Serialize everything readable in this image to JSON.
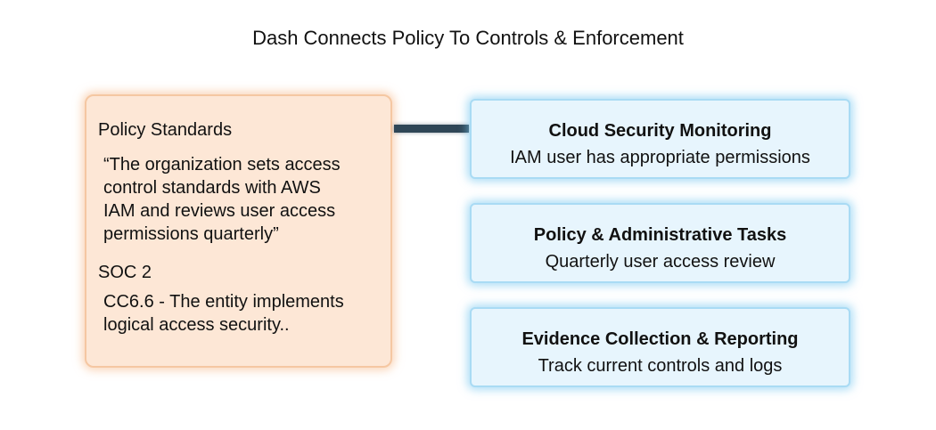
{
  "title": "Dash Connects Policy To Controls & Enforcement",
  "policy": {
    "heading": "Policy Standards",
    "quote_lines": [
      "“The organization sets access",
      "control standards with AWS",
      "IAM and reviews user access",
      "permissions quarterly”"
    ],
    "framework": "SOC 2",
    "criteria_lines": [
      "CC6.6 - The entity implements",
      "logical access security.."
    ]
  },
  "controls": [
    {
      "title": "Cloud Security Monitoring",
      "description": "IAM user has appropriate permissions"
    },
    {
      "title": "Policy & Administrative Tasks",
      "description": "Quarterly user access review"
    },
    {
      "title": "Evidence Collection & Reporting",
      "description": "Track current controls and logs"
    }
  ],
  "colors": {
    "policy_fill": "#fde7d6",
    "policy_border": "#f5c7a2",
    "control_fill": "#e7f5fd",
    "control_border": "#a9dbf4",
    "connector": "#2f4656"
  }
}
